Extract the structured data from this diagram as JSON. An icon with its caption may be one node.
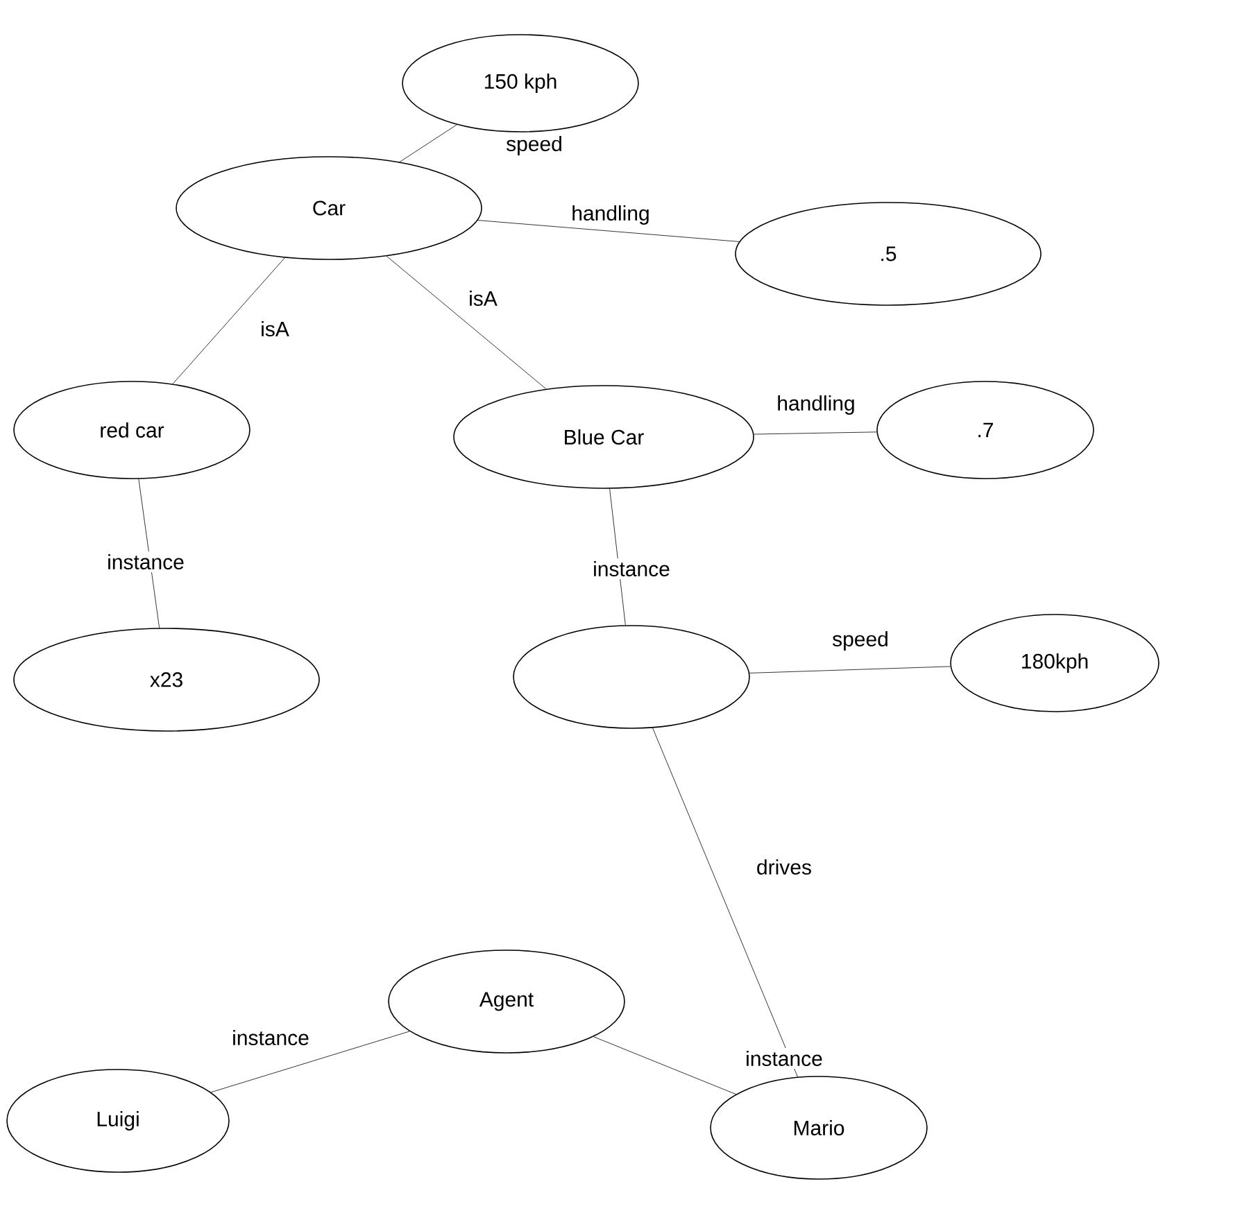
{
  "diagram": {
    "nodes": [
      {
        "text": [
          "150 kph"
        ]
      },
      {
        "text": [
          "Car"
        ]
      },
      {
        "text": [
          ".5"
        ]
      },
      {
        "text": [
          "red car"
        ]
      },
      {
        "text": [
          "Blue Car"
        ]
      },
      {
        "text": [
          ".7"
        ]
      },
      {
        "text": [
          "x23"
        ]
      },
      {
        "text": [],
        "shape": "ellipse"
      },
      {
        "text": [
          "180kph"
        ]
      },
      {
        "text": [
          "Agent"
        ]
      },
      {
        "text": [
          "Luigi"
        ]
      },
      {
        "text": [
          "Mario"
        ]
      }
    ],
    "edges": [
      {
        "from": 1,
        "to": 0,
        "arrow": "none",
        "label": "speed"
      },
      {
        "from": 1,
        "to": 2,
        "arrow": "none",
        "label": "handling"
      },
      {
        "from": 1,
        "to": 3,
        "arrow": "none",
        "label": "isA"
      },
      {
        "from": 1,
        "to": 4,
        "arrow": "none",
        "label": "isA"
      },
      {
        "from": 4,
        "to": 5,
        "arrow": "none",
        "label": "handling"
      },
      {
        "from": 3,
        "to": 6,
        "arrow": "none",
        "label": "instance"
      },
      {
        "from": 4,
        "to": 7,
        "arrow": "none",
        "label": "instance"
      },
      {
        "from": 7,
        "to": 8,
        "arrow": "none",
        "label": "speed"
      },
      {
        "from": 7,
        "to": 11,
        "arrow": "none",
        "label": "drives"
      },
      {
        "from": 9,
        "to": 10,
        "arrow": "none",
        "label": "instance"
      },
      {
        "from": 9,
        "to": 11,
        "arrow": "none",
        "label": "instance"
      }
    ]
  }
}
